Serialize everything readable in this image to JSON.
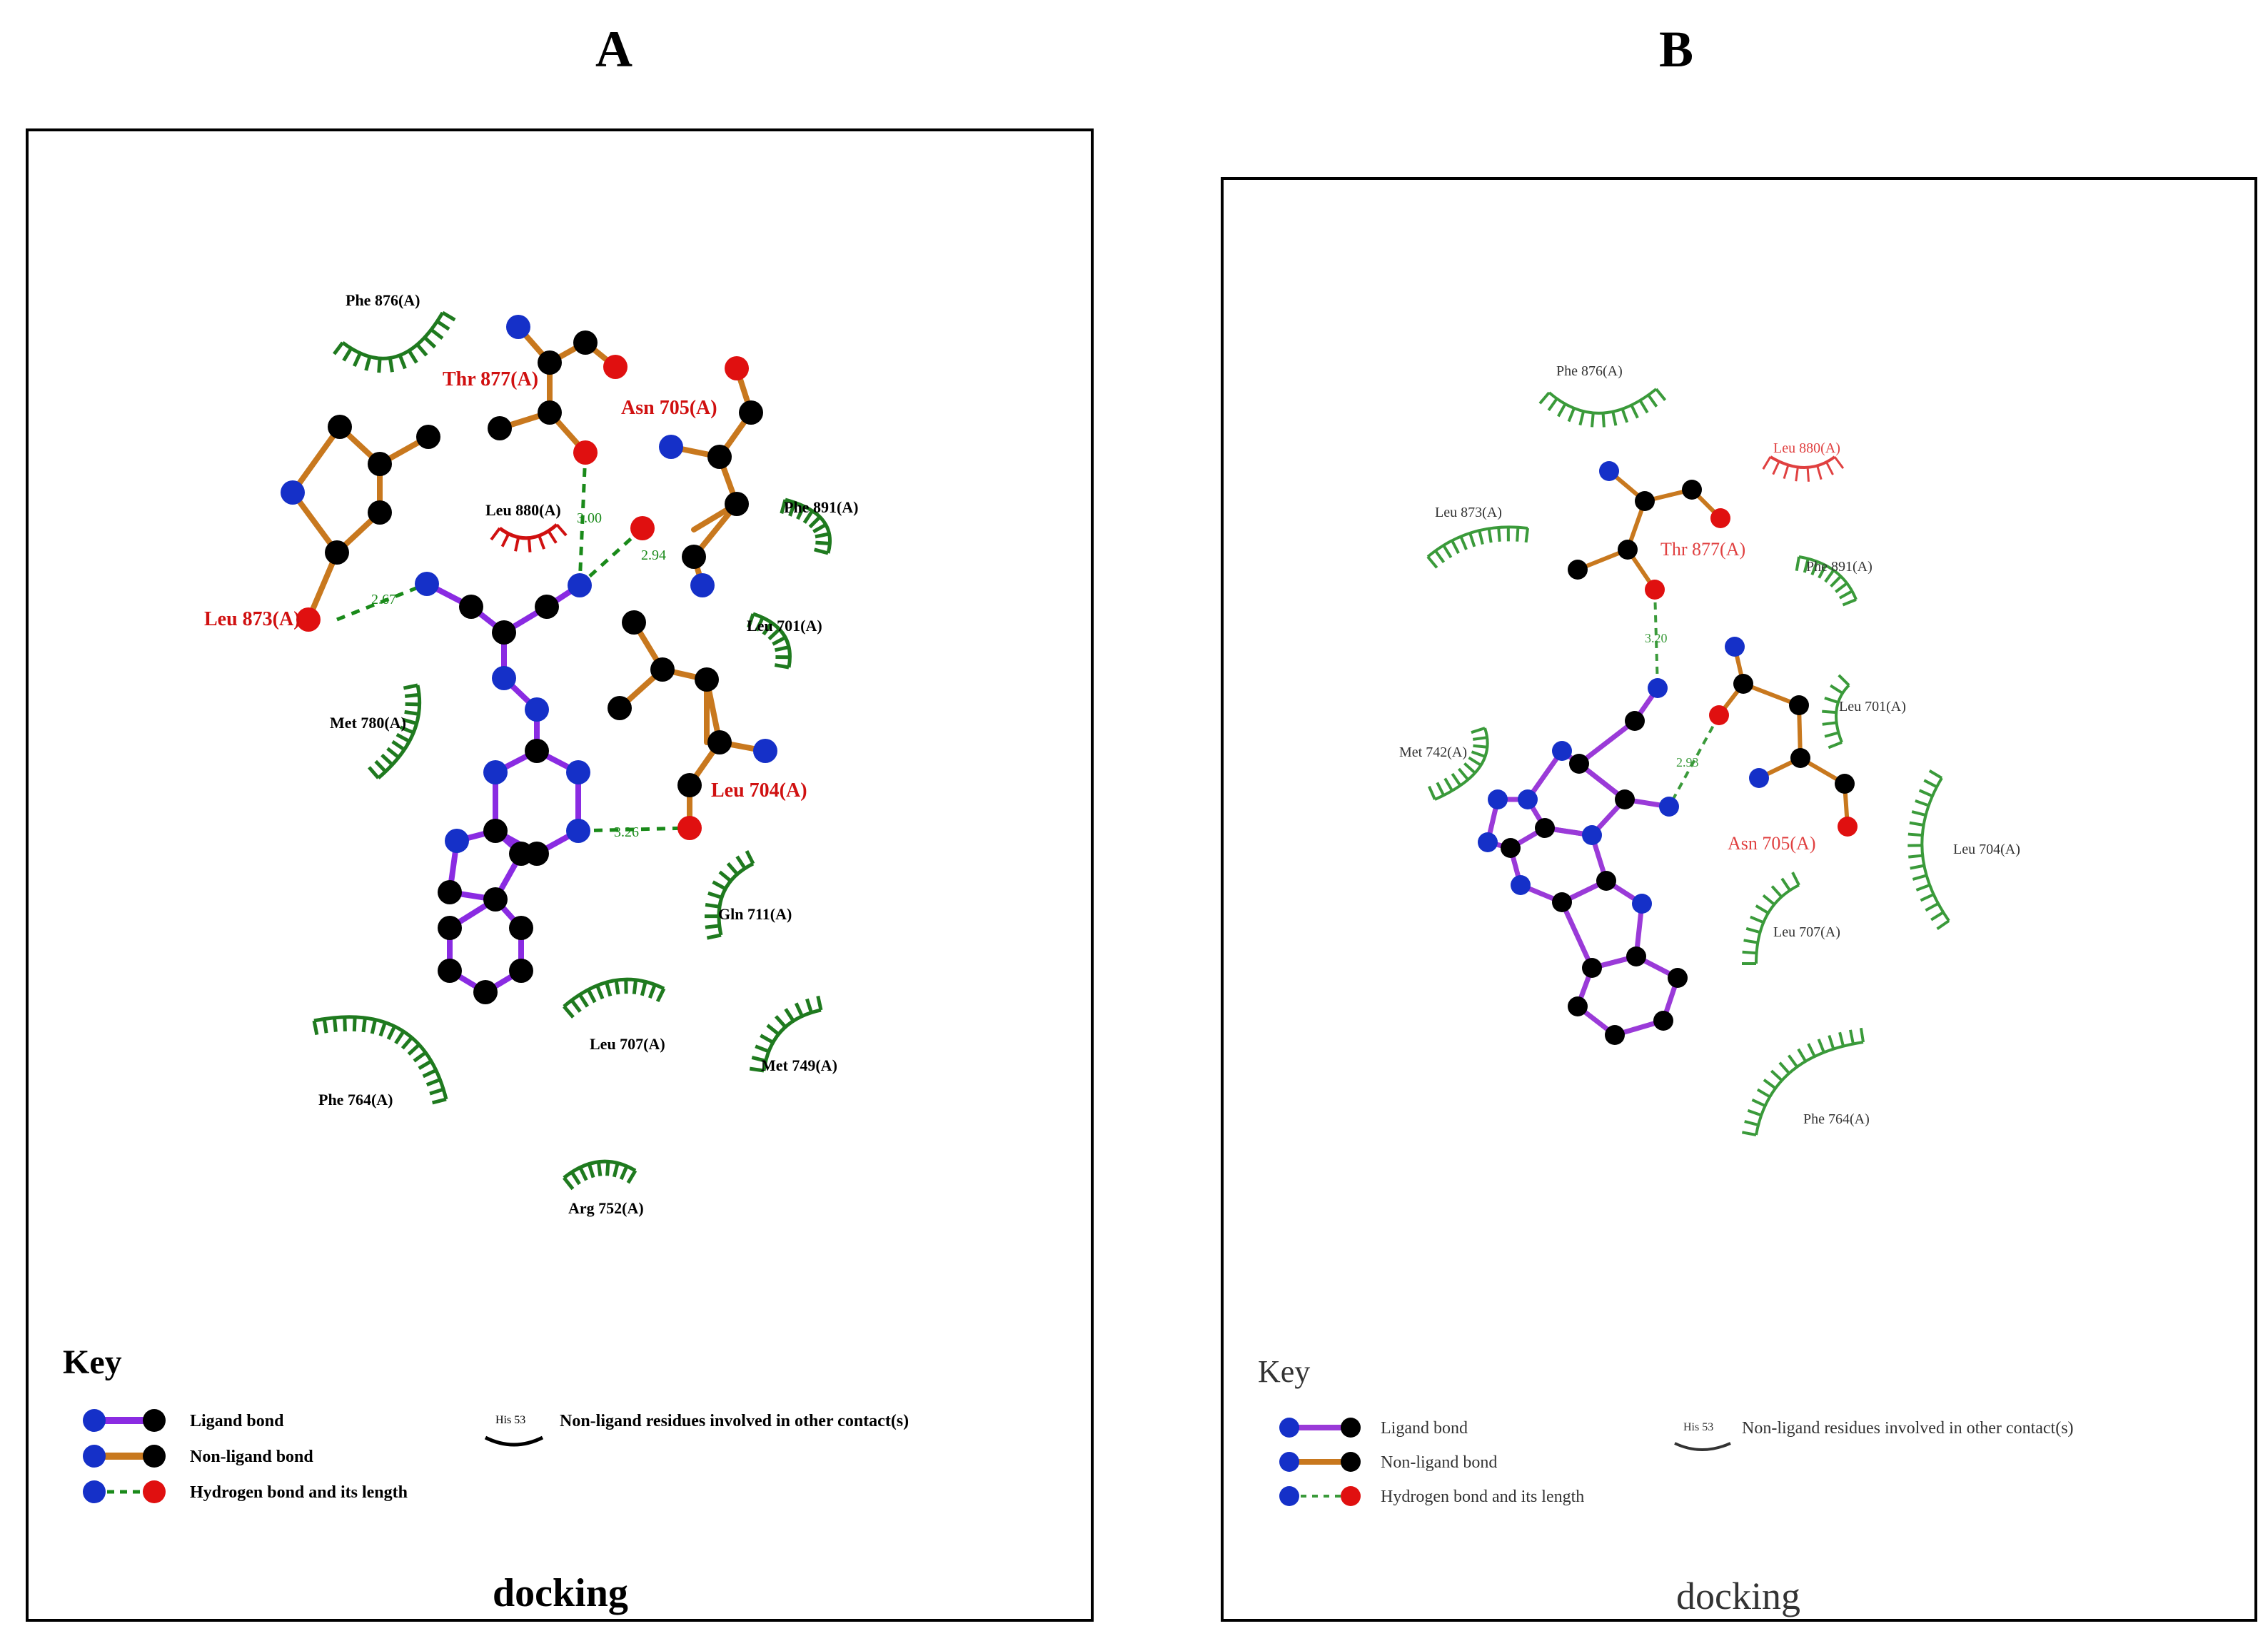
{
  "panels": [
    {
      "letter": "A",
      "caption": "docking",
      "key_title": "Key",
      "residues": {
        "phe876": "Phe 876(A)",
        "thr877": "Thr 877(A)",
        "asn705": "Asn 705(A)",
        "leu880": "Leu 880(A)",
        "phe891": "Phe 891(A)",
        "leu873": "Leu 873(A)",
        "leu701": "Leu 701(A)",
        "met780": "Met 780(A)",
        "leu704": "Leu 704(A)",
        "gln711": "Gln 711(A)",
        "phe764": "Phe 764(A)",
        "leu707": "Leu 707(A)",
        "met749": "Met 749(A)",
        "arg752": "Arg 752(A)"
      },
      "hbonds": [
        "3.00",
        "2.94",
        "2.67",
        "3.26"
      ]
    },
    {
      "letter": "B",
      "caption": "docking",
      "key_title": "Key",
      "residues": {
        "phe876": "Phe 876(A)",
        "leu880": "Leu 880(A)",
        "leu873": "Leu 873(A)",
        "thr877": "Thr 877(A)",
        "phe891": "Phe 891(A)",
        "leu701": "Leu 701(A)",
        "met742": "Met 742(A)",
        "asn705": "Asn 705(A)",
        "leu704": "Leu 704(A)",
        "leu707": "Leu 707(A)",
        "phe764": "Phe 764(A)"
      },
      "hbonds": [
        "3.20",
        "2.93"
      ]
    }
  ],
  "key": {
    "ligand_bond": "Ligand bond",
    "nonligand_bond": "Non-ligand bond",
    "hbond": "Hydrogen bond and its length",
    "example_residue": "His 53",
    "nonligand_residues": "Non-ligand residues involved in other contact(s)"
  },
  "colors": {
    "ligand_bond": "#8a2be2",
    "nonligand_bond": "#c8781e",
    "hbond": "#1a8a1a",
    "atom_carbon": "#000000",
    "atom_nitrogen": "#1530c8",
    "atom_oxygen": "#e01010",
    "hydrophobic_green": "#1f7a1f",
    "hbond_residue_red": "#d01010"
  }
}
